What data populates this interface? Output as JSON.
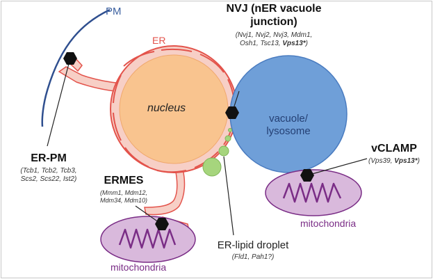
{
  "colors": {
    "er_fill": "#f7cfc6",
    "er_stroke": "#e3534b",
    "nucleus_fill": "#f9c48f",
    "vacuole_fill": "#6f9fd8",
    "pm_line": "#2f4f8f",
    "mito_fill": "#d9b9dc",
    "mito_cristae": "#7a2d86",
    "lipid_droplet": "#a6d57d",
    "contact_hexagon": "#111111"
  },
  "organelles": {
    "pm": "PM",
    "er": "ER",
    "nucleus": "nucleus",
    "vacuole_line1": "vacuole/",
    "vacuole_line2": "lysosome",
    "mito_left": "mitochondria",
    "mito_right": "mitochondria"
  },
  "contacts": {
    "nvj": {
      "title_line1": "NVJ (nER vacuole",
      "title_line2": "junction)",
      "proteins_line1": "(Nvj1, Nvj2, Nvj3, Mdm1,",
      "proteins_line2_plain": "Osh1, Tsc13, ",
      "proteins_line2_bold": "Vps13*",
      "proteins_line2_close": ")"
    },
    "er_pm": {
      "title": "ER-PM",
      "proteins_line1": "(Tcb1, Tcb2, Tcb3,",
      "proteins_line2": "Scs2, Scs22, Ist2)"
    },
    "ermes": {
      "title": "ERMES",
      "proteins_line1": "(Mmm1, Mdm12,",
      "proteins_line2": "Mdm34, Mdm10)"
    },
    "vclamp": {
      "title": "vCLAMP",
      "proteins_plain": "(Vps39, ",
      "proteins_bold": "Vps13*",
      "proteins_close": ")"
    },
    "er_lipid": {
      "title": "ER-lipid droplet",
      "proteins": "(Fld1, Pah1?)"
    }
  }
}
